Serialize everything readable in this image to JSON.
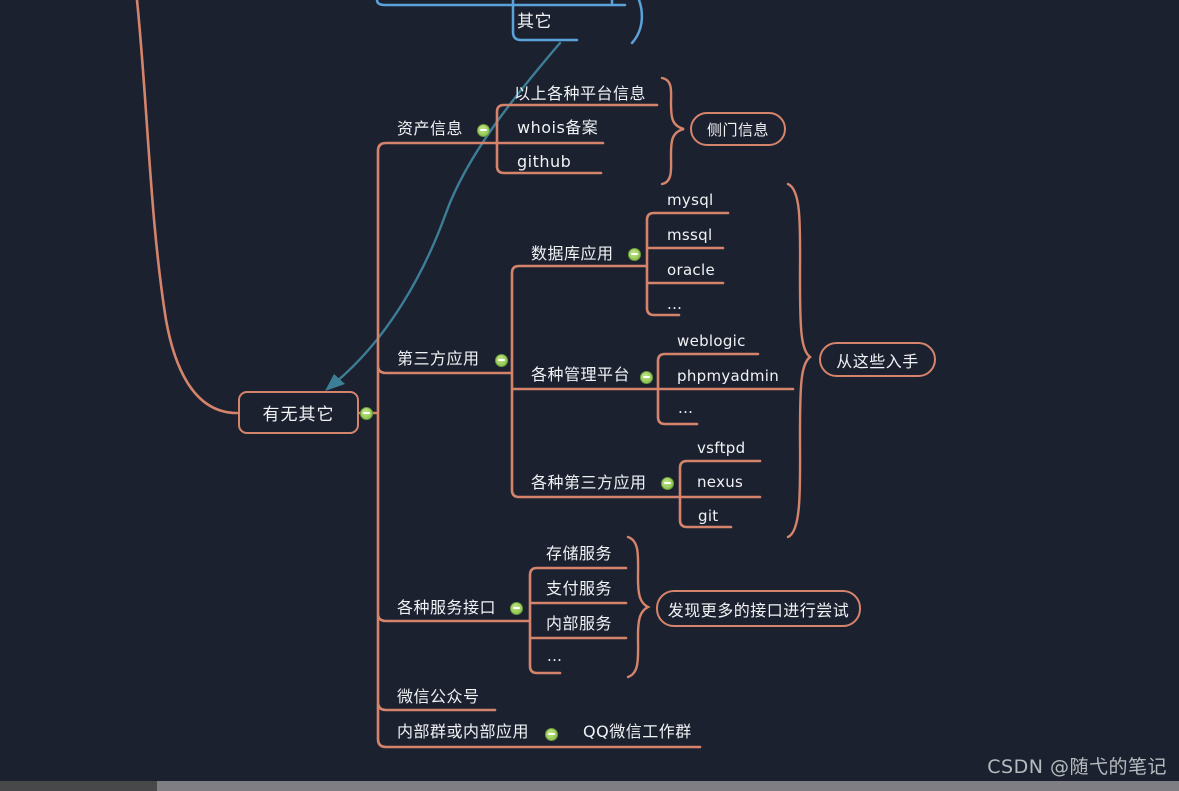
{
  "colors": {
    "background": "#1c2130",
    "branch_line": "#d5846c",
    "top_node_line": "#5aa2da",
    "relation_arrow": "#3c7e96",
    "collapse_button_green": "#9ccf5e",
    "text": "#f0f2f4",
    "watermark_text": "#c4c9cc"
  },
  "top_node": {
    "label": "其它"
  },
  "center_node": {
    "label": "有无其它"
  },
  "branches": [
    {
      "label": "资产信息",
      "children": [
        {
          "label": "以上各种平台信息"
        },
        {
          "label": "whois备案"
        },
        {
          "label": "github"
        }
      ],
      "callout": {
        "label": "侧门信息"
      }
    },
    {
      "label": "第三方应用",
      "children": [
        {
          "label": "数据库应用",
          "children": [
            {
              "label": "mysql"
            },
            {
              "label": "mssql"
            },
            {
              "label": "oracle"
            },
            {
              "label": "..."
            }
          ]
        },
        {
          "label": "各种管理平台",
          "children": [
            {
              "label": "weblogic"
            },
            {
              "label": "phpmyadmin"
            },
            {
              "label": "..."
            }
          ]
        },
        {
          "label": "各种第三方应用",
          "children": [
            {
              "label": "vsftpd"
            },
            {
              "label": "nexus"
            },
            {
              "label": "git"
            }
          ]
        }
      ],
      "callout": {
        "label": "从这些入手"
      }
    },
    {
      "label": "各种服务接口",
      "children": [
        {
          "label": "存储服务"
        },
        {
          "label": "支付服务"
        },
        {
          "label": "内部服务"
        },
        {
          "label": "..."
        }
      ],
      "callout": {
        "label": "发现更多的接口进行尝试"
      }
    },
    {
      "label": "微信公众号"
    },
    {
      "label": "内部群或内部应用",
      "children": [
        {
          "label": "QQ微信工作群"
        }
      ]
    }
  ],
  "watermark": {
    "text": "CSDN @随弋的笔记"
  }
}
